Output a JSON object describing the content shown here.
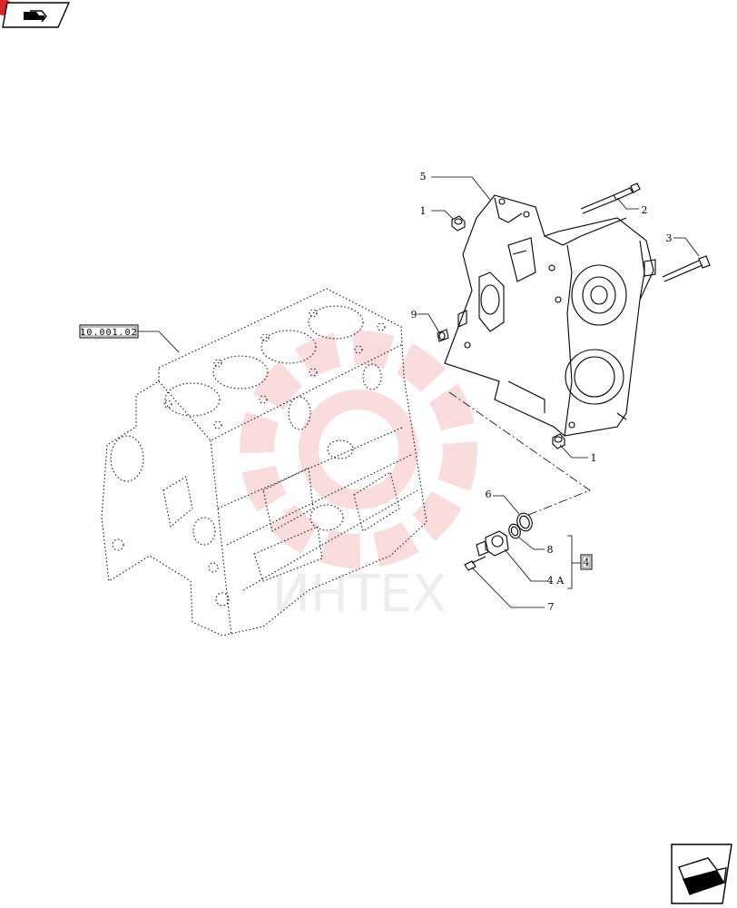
{
  "watermark": {
    "text": "ИНТЕХ",
    "gear_color": "#f4b3b3"
  },
  "reference_box": {
    "label": "10.001.02"
  },
  "callouts": {
    "c1_top": "1",
    "c2": "2",
    "c3": "3",
    "c5": "5",
    "c9": "9",
    "c1_bottom": "1",
    "c6": "6",
    "c8": "8",
    "c4a": "4 A",
    "c7": "7",
    "c4_boxed": "4"
  },
  "colors": {
    "corner_badge": "#d8242c",
    "line": "#000000"
  },
  "icons": {
    "top_left": "folder-tab-icon",
    "bottom_right": "next-page-arrow-icon"
  }
}
